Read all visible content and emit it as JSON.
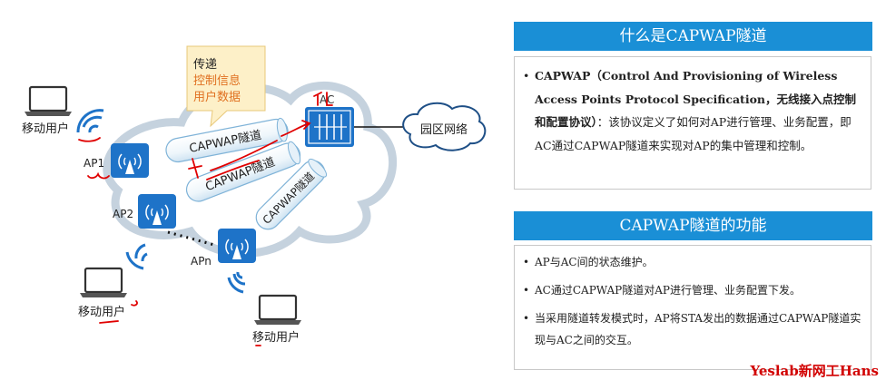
{
  "diagram": {
    "callout_lines": [
      "传递",
      "控制信息",
      "用户数据"
    ],
    "ac_label": "AC",
    "campus_label": "园区网络",
    "tunnel_labels": [
      "CAPWAP隧道",
      "CAPWAP隧道",
      "CAPWAP隧道"
    ],
    "ap_labels": [
      "AP1",
      "AP2",
      "APn"
    ],
    "user_labels": [
      "移动用户",
      "移动用户",
      "移动用户"
    ],
    "colors": {
      "ap_blue": "#1e73c8",
      "cloud": "#c5d2de",
      "annotation_red": "#e00000",
      "callout_fill": "#fdf0c8"
    }
  },
  "panel1": {
    "title": "什么是CAPWAP隧道",
    "bold_text": "CAPWAP（Control And Provisioning of Wireless Access Points Protocol Specification，无线接入点控制和配置协议）",
    "rest_text": "：该协议定义了如何对AP进行管理、业务配置，即AC通过CAPWAP隧道来实现对AP的集中管理和控制。"
  },
  "panel2": {
    "title": "CAPWAP隧道的功能",
    "items": [
      "AP与AC间的状态维护。",
      "AC通过CAPWAP隧道对AP进行管理、业务配置下发。",
      "当采用隧道转发模式时，AP将STA发出的数据通过CAPWAP隧道实现与AC之间的交互。"
    ]
  },
  "watermark": "Yeslab新网工Hans"
}
